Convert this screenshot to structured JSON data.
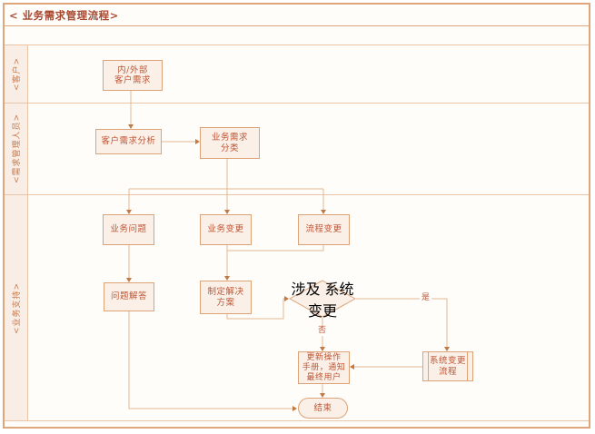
{
  "title": "< 业务需求管理流程>",
  "lanes": [
    {
      "id": "customer",
      "label": "<客户>"
    },
    {
      "id": "demand-management-staff",
      "label": "<需求管理人员>"
    },
    {
      "id": "business-support",
      "label": "<业务支持>"
    }
  ],
  "nodes": {
    "customer_demand": {
      "type": "process",
      "text": "内/外部\n客户需求"
    },
    "demand_analysis": {
      "type": "process",
      "text": "客户需求分析"
    },
    "demand_classification": {
      "type": "process",
      "text": "业务需求\n分类"
    },
    "business_problem": {
      "type": "process",
      "text": "业务问题"
    },
    "business_change": {
      "type": "process",
      "text": "业务变更"
    },
    "process_change": {
      "type": "process",
      "text": "流程变更"
    },
    "problem_answer": {
      "type": "process",
      "text": "问题解答"
    },
    "make_solution": {
      "type": "process",
      "text": "制定解决\n方案"
    },
    "involves_system_change": {
      "type": "decision",
      "text": "涉及\n系统变更"
    },
    "update_manual": {
      "type": "process",
      "text": "更新操作\n手册，通知\n最终用户"
    },
    "system_change_process": {
      "type": "subprocess",
      "text": "系统变更\n流程"
    },
    "end": {
      "type": "terminator",
      "text": "结束"
    }
  },
  "edge_labels": {
    "yes": "是",
    "no": "否"
  },
  "colors": {
    "frame_border": "#dfa67b",
    "lane_line": "#eac4a6",
    "lane_label_fill": "#f9eee5",
    "shape_fill": "#faf0e7",
    "shape_border": "#dca378",
    "shape_text": "#bf5535",
    "title_text": "#a8482e",
    "connector": "#e3b793",
    "arrowhead": "#c07a46",
    "background": "#fffdfa"
  }
}
